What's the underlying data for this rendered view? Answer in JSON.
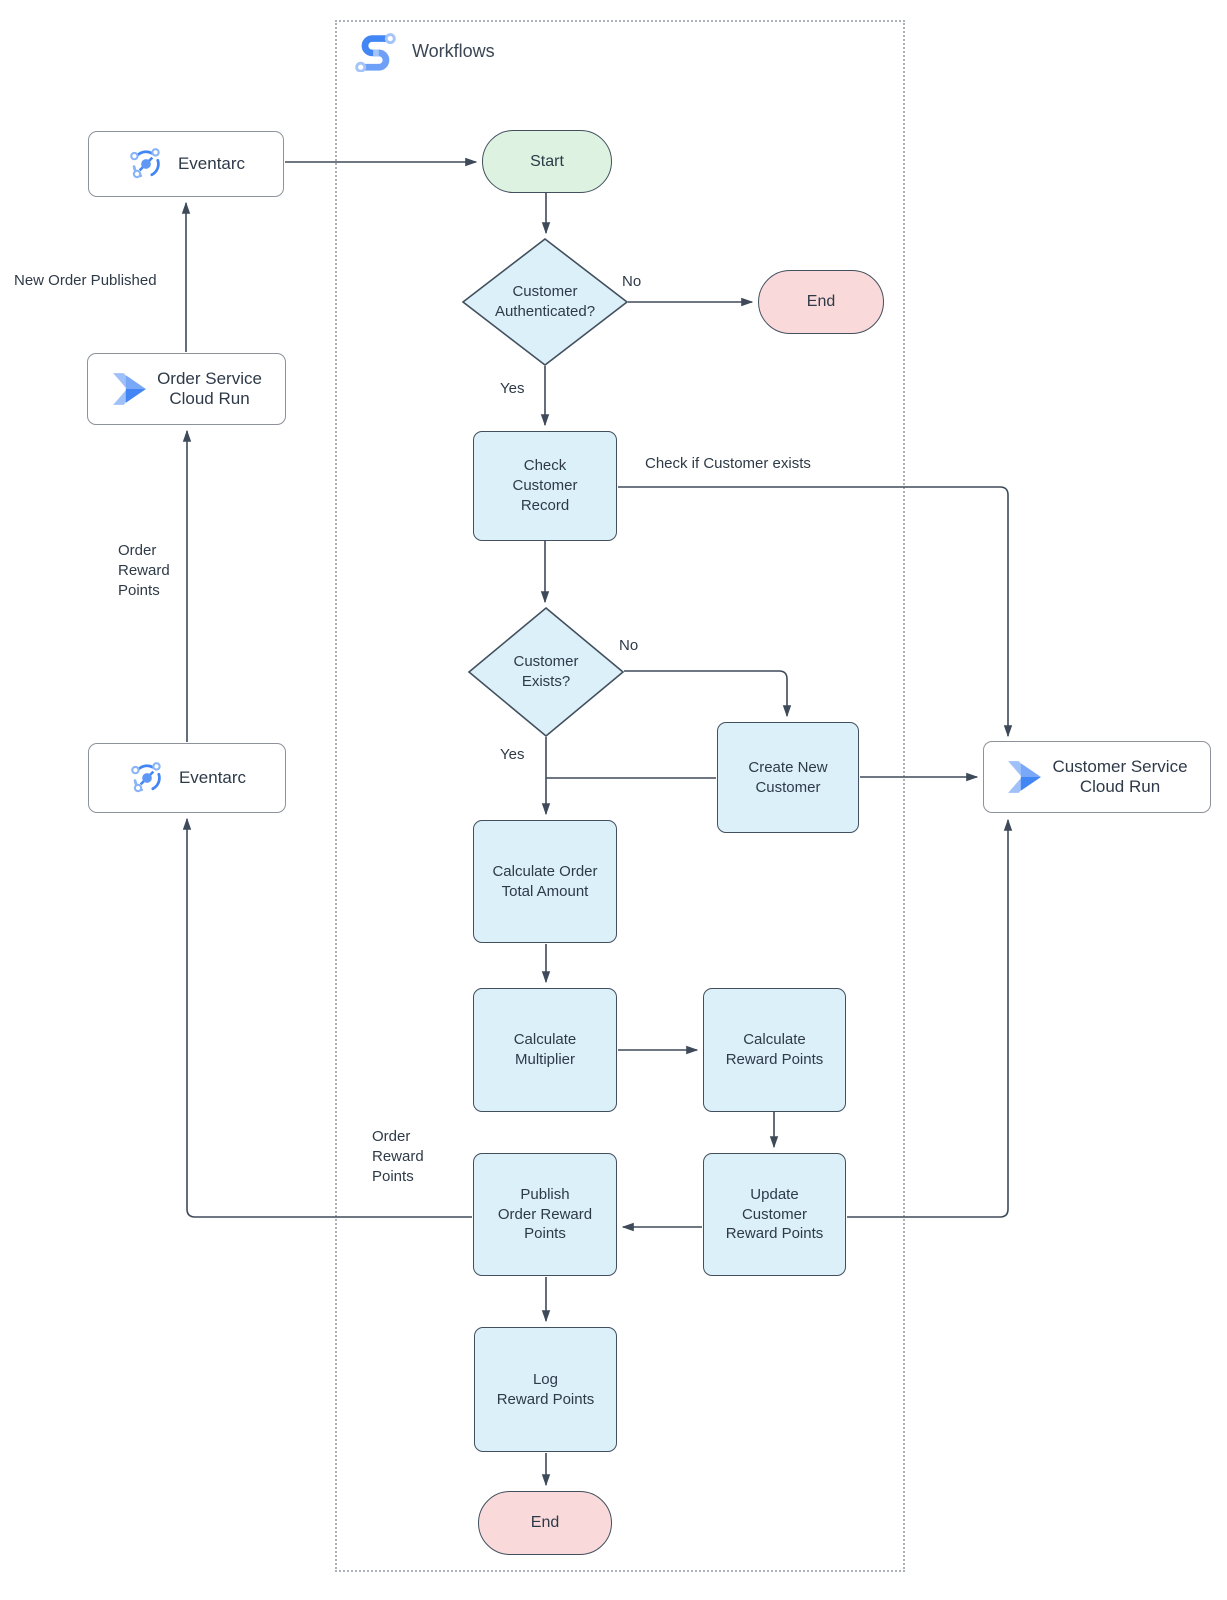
{
  "diagram": {
    "title": "Workflows",
    "external_services": {
      "eventarc_top": "Eventarc",
      "order_service": "Order Service\nCloud Run",
      "eventarc_bottom": "Eventarc",
      "customer_service": "Customer Service\nCloud Run"
    },
    "nodes": {
      "start": "Start",
      "customer_authenticated": "Customer\nAuthenticated?",
      "end_top": "End",
      "check_customer_record": "Check\nCustomer\nRecord",
      "customer_exists": "Customer\nExists?",
      "create_new_customer": "Create New\nCustomer",
      "calculate_order_total": "Calculate Order\nTotal Amount",
      "calculate_multiplier": "Calculate\nMultiplier",
      "calculate_reward_points": "Calculate\nReward Points",
      "publish_order_reward_points": "Publish\nOrder Reward\nPoints",
      "update_customer_reward_points": "Update\nCustomer\nReward Points",
      "log_reward_points": "Log\nReward Points",
      "end_bottom": "End"
    },
    "edge_labels": {
      "auth_no": "No",
      "auth_yes": "Yes",
      "check_if_customer_exists": "Check if Customer exists",
      "exists_no": "No",
      "exists_yes": "Yes",
      "new_order_published": "New Order Published",
      "order_reward_points_left": "Order\nReward\nPoints",
      "order_reward_points_publish": "Order\nReward\nPoints"
    },
    "colors": {
      "process_fill": "#DCF0FA",
      "start_fill": "#DDF2E0",
      "end_fill": "#F9D9DA",
      "shape_border": "#42505E",
      "external_border": "#8D929B",
      "connector": "#3E4A59",
      "text": "#2E3A48",
      "workflows_blue": "#4285F4",
      "workflows_blue_light": "#A4C4FA"
    }
  }
}
